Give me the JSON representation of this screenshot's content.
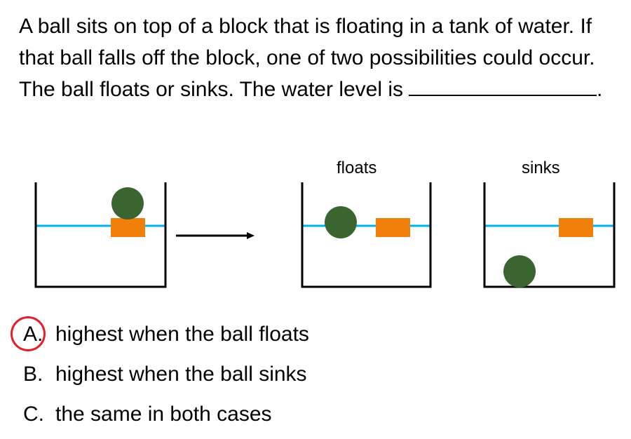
{
  "question": {
    "text": "A ball sits on top of a block that is floating in a tank of water. If that ball falls off the block, one of two possibilities could occur. The ball floats or sinks. The water level is",
    "end": "."
  },
  "diagram": {
    "label_floats": "floats",
    "label_sinks": "sinks"
  },
  "options": [
    {
      "letter": "A.",
      "text": "highest when the ball floats",
      "selected": true
    },
    {
      "letter": "B.",
      "text": "highest when the ball sinks"
    },
    {
      "letter": "C.",
      "text": "the same in both cases"
    }
  ],
  "colors": {
    "water": "#00b0f0",
    "ball": "#3b6530",
    "block": "#f0800a",
    "selection": "#e5202a"
  }
}
